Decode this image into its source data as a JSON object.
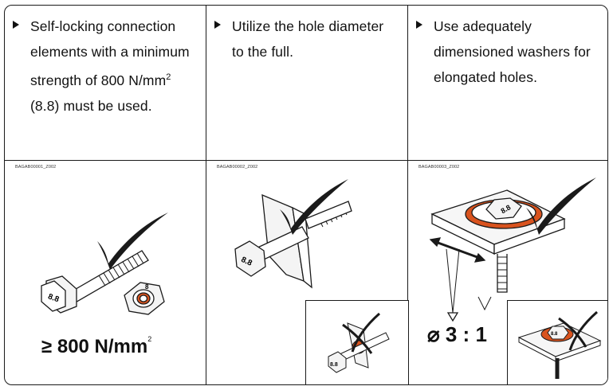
{
  "columns": [
    {
      "lines": [
        "Self-locking connection",
        "elements with a minimum",
        "strength of 800 N/mm",
        "(8.8) must be used."
      ],
      "superscript": "2",
      "figure_code": "BAGAB00001_Z002"
    },
    {
      "lines": [
        "Utilize the hole diameter",
        "to the full."
      ],
      "figure_code": "BAGAB00002_Z002"
    },
    {
      "lines": [
        "Use adequately",
        "dimensioned washers for",
        "elongated holes."
      ],
      "figure_code": "BAGAB00003_Z002"
    }
  ],
  "bolt_marking": "8.8",
  "nut_marking": "8",
  "strength_label": "≥ 800 N/mm",
  "strength_superscript": "2",
  "ratio_label": "⌀ 3 : 1",
  "colors": {
    "line": "#1a1a1a",
    "accent": "#d9531e",
    "fill": "#f2f2f2"
  },
  "icons": [
    "check-mark-icon",
    "cross-mark-icon",
    "bullet-arrow-icon"
  ]
}
